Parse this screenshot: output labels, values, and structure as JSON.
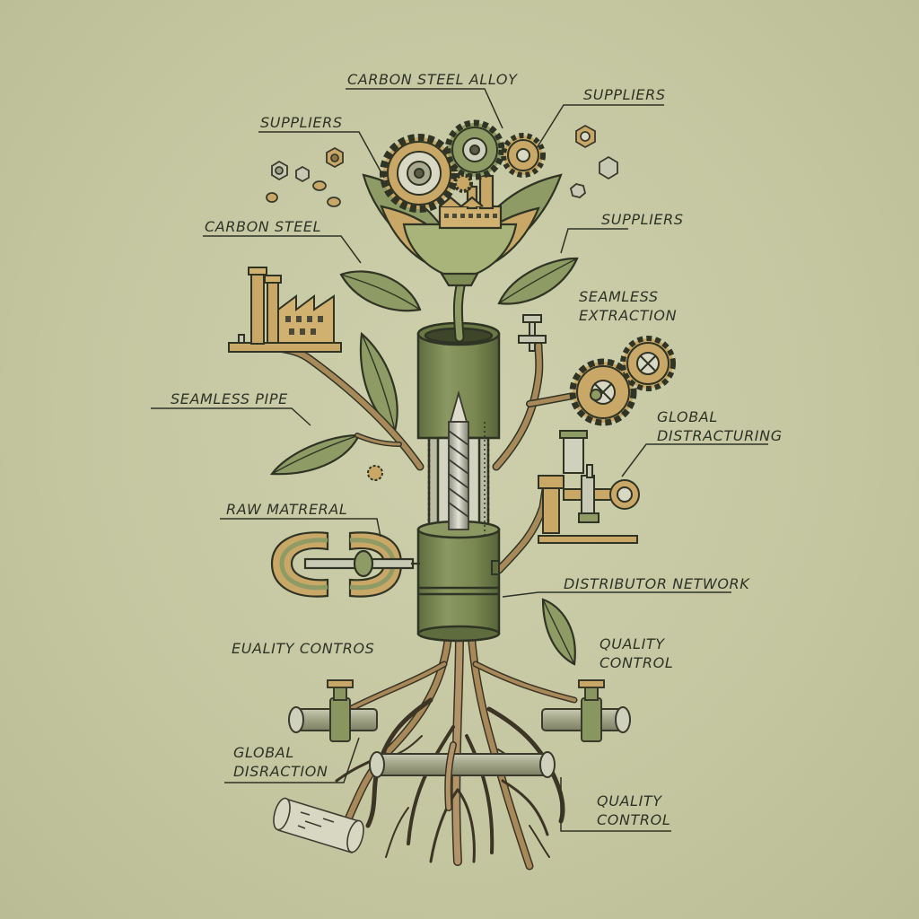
{
  "labels": {
    "carbon_steel_alloy": "CARBON STEEL ALLOY",
    "suppliers_top_left": "SUPPLIERS",
    "suppliers_top_right": "SUPPLIERS",
    "suppliers_right": "SUPPLIERS",
    "carbon_steel": "CARBON STEEL",
    "seamless_extraction_1": "SEAMLESS",
    "seamless_extraction_2": "EXTRACTION",
    "seamless_pipe": "SEAMLESS PIPE",
    "global_distracturing_1": "GLOBAL",
    "global_distracturing_2": "DISTRACTURING",
    "raw_material": "RAW MATRERAL",
    "distributor_network": "DISTRIBUTOR NETWORK",
    "euality_contros": "EUALITY CONTROS",
    "quality_control_mid_1": "QUALITY",
    "quality_control_mid_2": "CONTROL",
    "global_disraction_1": "GLOBAL",
    "global_disraction_2": "DISRACTION",
    "quality_control_bottom_1": "QUALITY",
    "quality_control_bottom_2": "CONTROL"
  },
  "colors": {
    "background": "#c5c7a1",
    "ink": "#2e3326",
    "pipe_green": "#7e8c55",
    "leaf_green": "#8e9b64",
    "copper_tan": "#c9a867",
    "root_brown": "#a8895a",
    "steel_grey": "#c8c9b5"
  }
}
